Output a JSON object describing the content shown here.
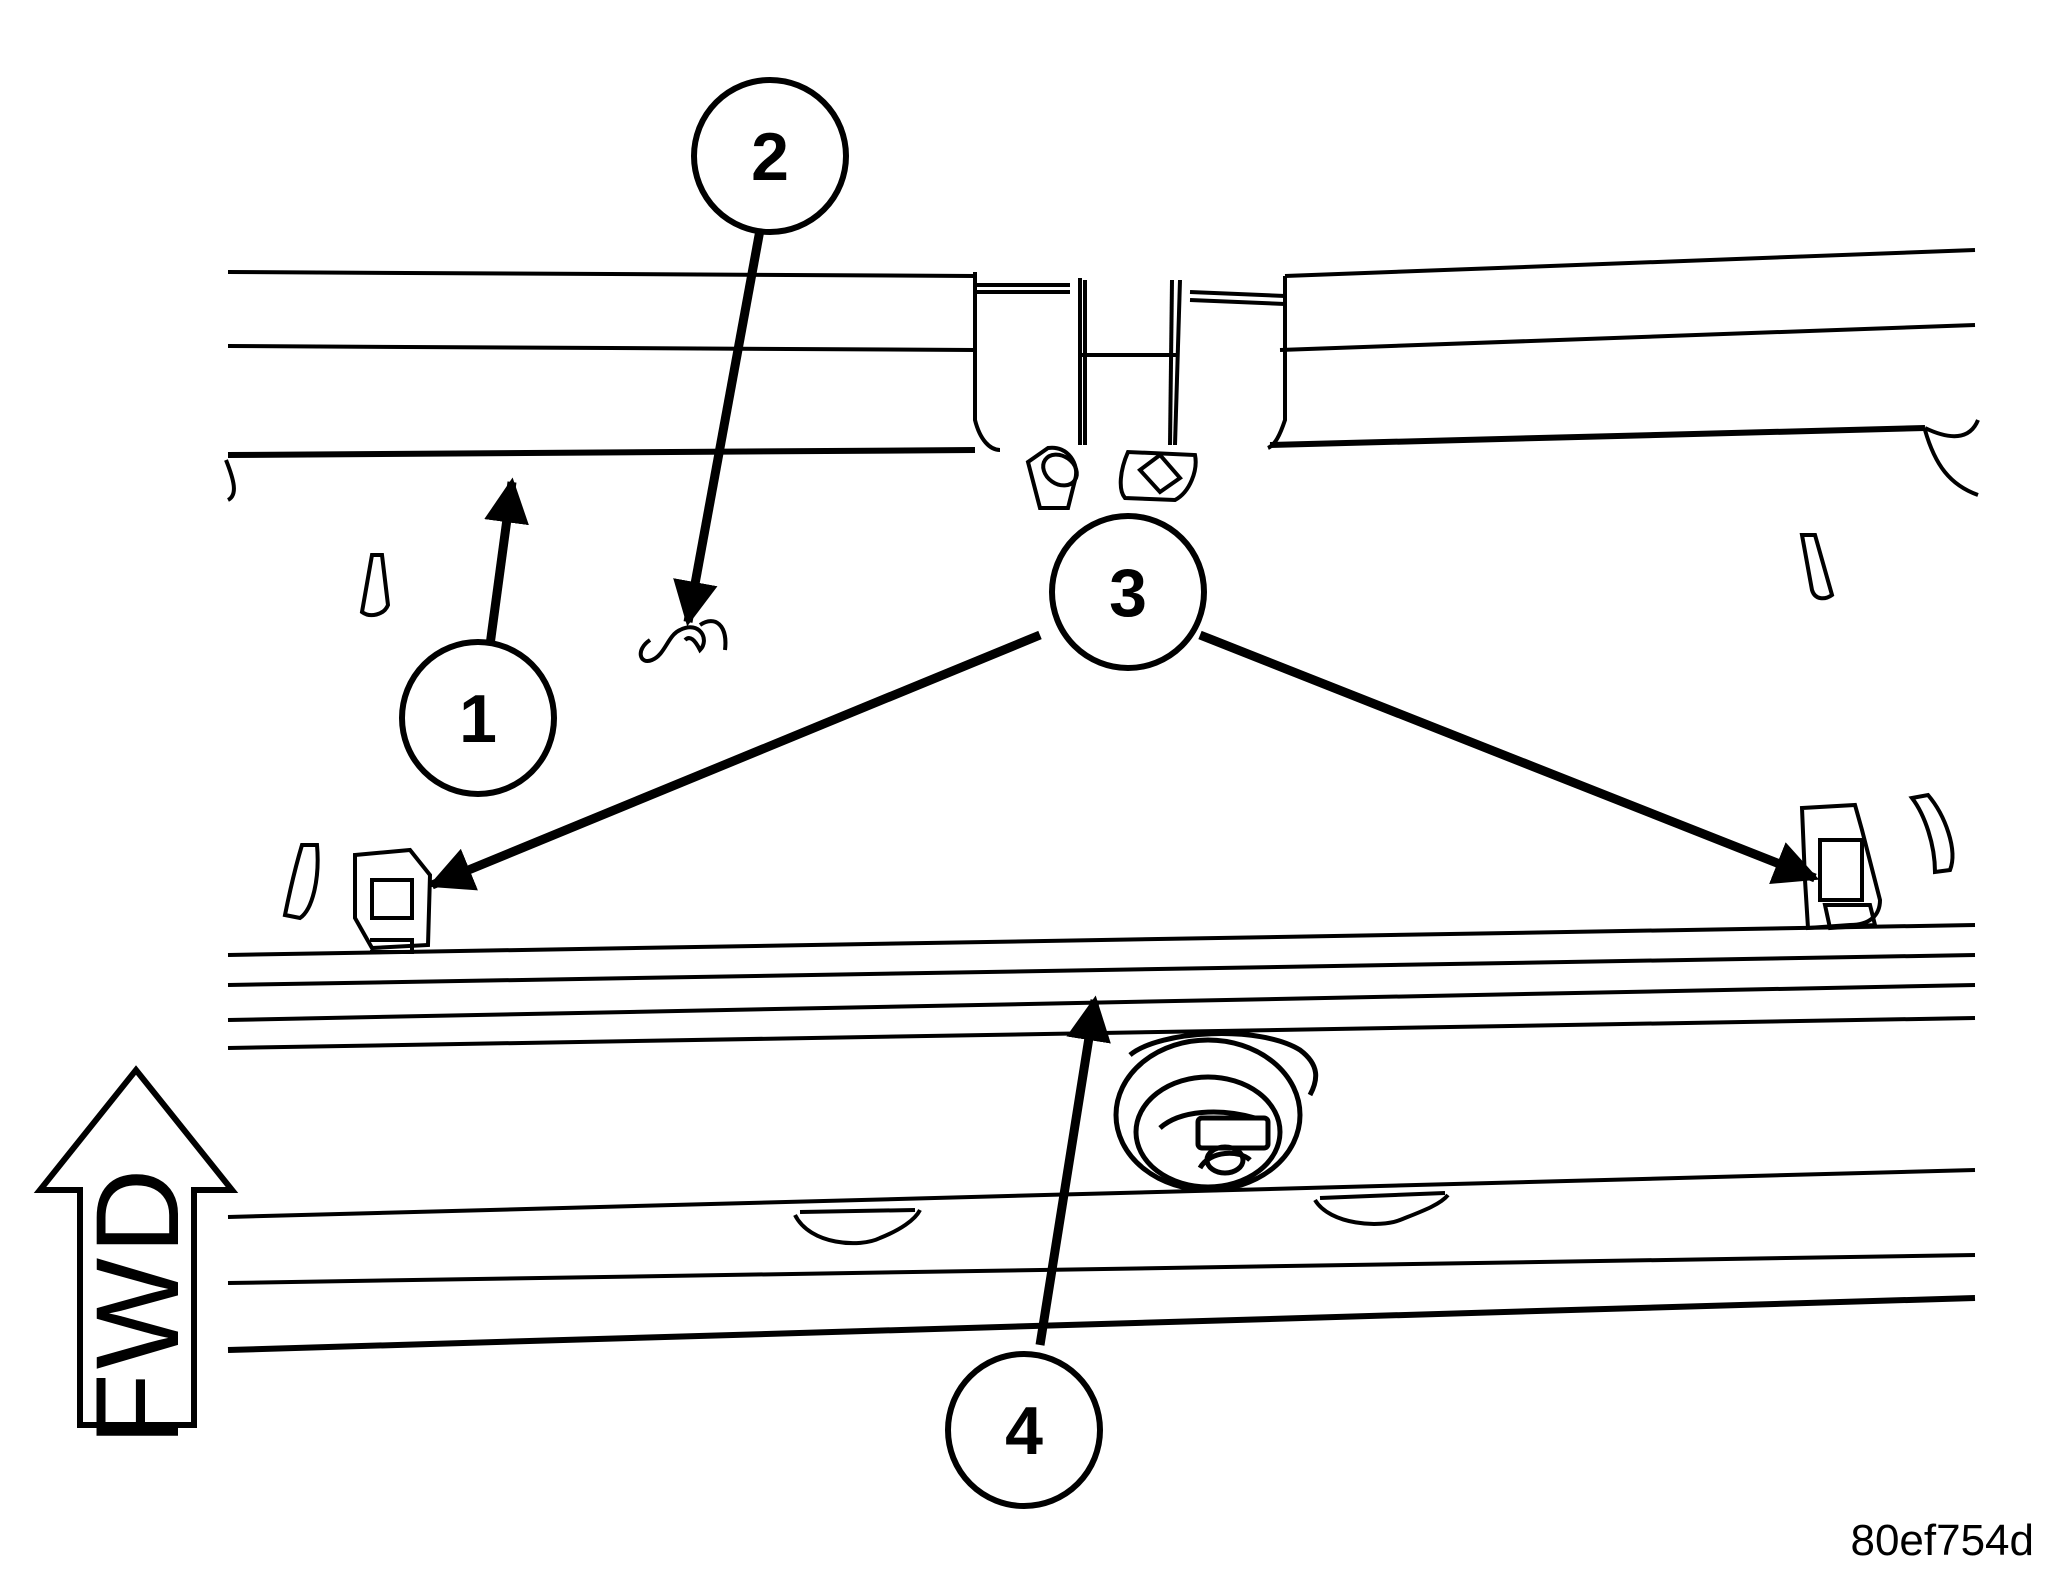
{
  "figure": {
    "reference_code": "80ef754d",
    "direction_label": "FWD",
    "callouts": [
      {
        "id": "1",
        "label": "1"
      },
      {
        "id": "2",
        "label": "2"
      },
      {
        "id": "3",
        "label": "3"
      },
      {
        "id": "4",
        "label": "4"
      }
    ],
    "line_color": "#000000",
    "background_color": "#ffffff"
  }
}
